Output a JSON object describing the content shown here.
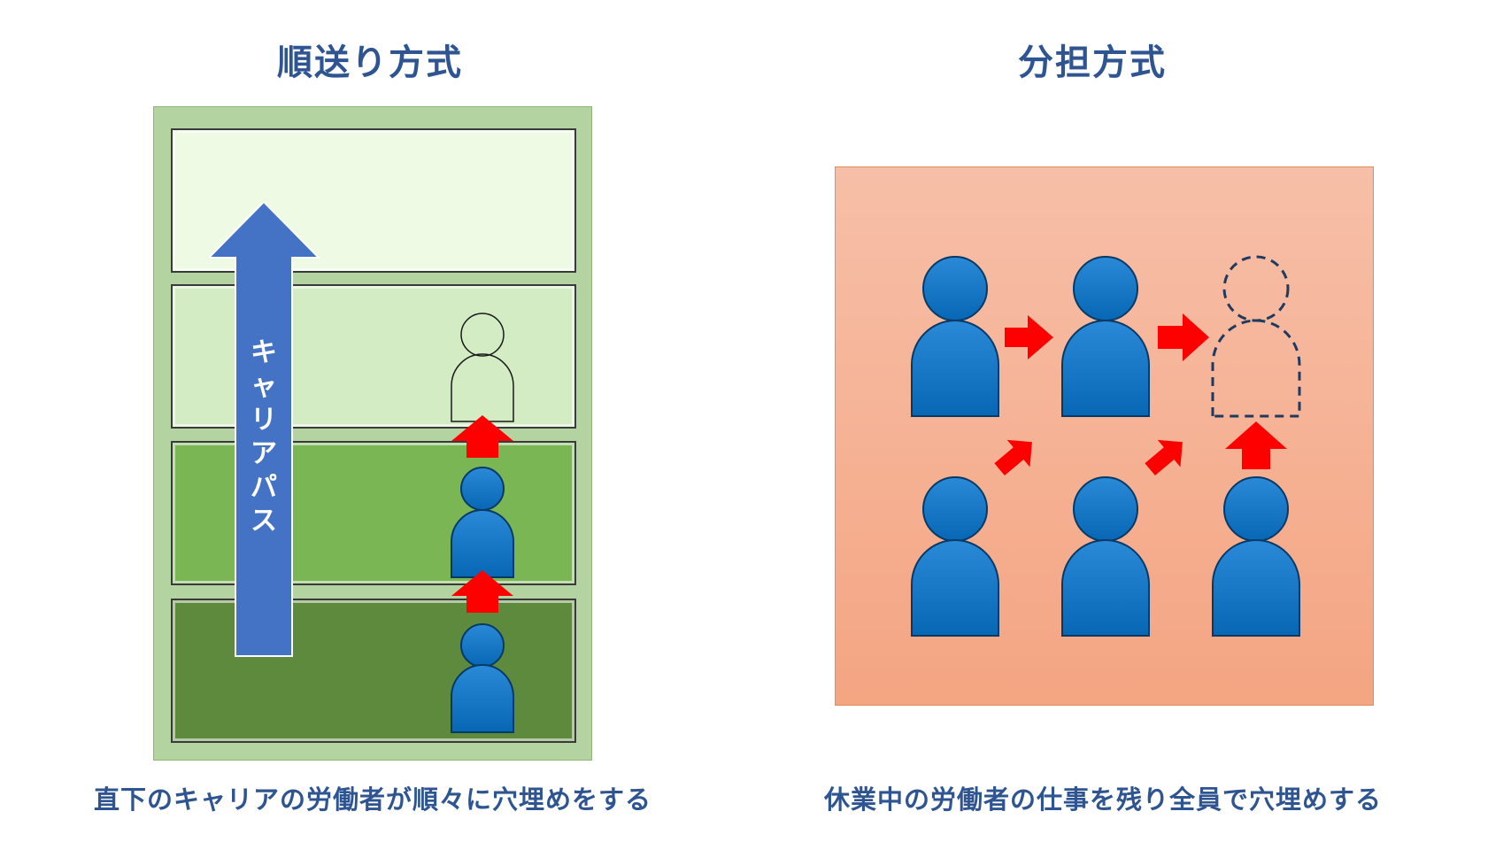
{
  "left": {
    "title": "順送り方式",
    "arrow_label": "キャリアパス",
    "caption": "直下のキャリアの労働者が順々に穴埋めをする",
    "tier_colors": [
      "#eefae4",
      "#d4ecc4",
      "#7ab754",
      "#5d8a3d"
    ]
  },
  "right": {
    "title": "分担方式",
    "caption": "休業中の労働者の仕事を残り全員で穴埋めする"
  },
  "colors": {
    "person_fill": "#0a72c4",
    "arrow_red": "#ff0000",
    "career_arrow": "#4472c4",
    "title_text": "#2e5591"
  }
}
